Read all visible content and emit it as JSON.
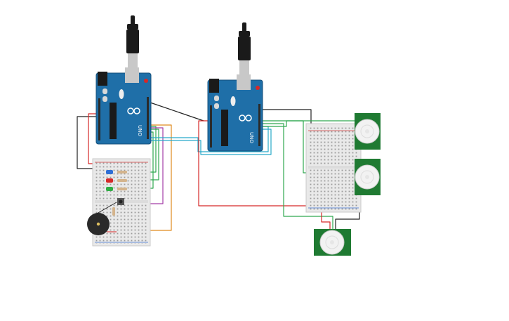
{
  "canvas": {
    "background": "#ffffff"
  },
  "colors": {
    "arduino_board": "#1f6fa8",
    "arduino_dark": "#154f7a",
    "breadboard": "#e9e9e9",
    "breadboard_rail_red": "#d23c3c",
    "breadboard_rail_blue": "#3b6fd1",
    "usb_plug": "#1a1a1a",
    "usb_metal": "#c8c8c8",
    "pir_board": "#1f7a32",
    "pir_dome": "#f2f2f2",
    "buzzer": "#2a2a2a",
    "wire_red": "#d62828",
    "wire_black": "#222222",
    "wire_green": "#2fa84f",
    "wire_cyan": "#27a9c9",
    "wire_orange": "#e08a1e",
    "wire_purple": "#a33ca8",
    "led_blue": "#2f6fd6",
    "led_red": "#d62828",
    "led_green": "#2fae44"
  },
  "components": {
    "arduino_left": {
      "label": "UNO",
      "logo": "arduino-logo-icon"
    },
    "arduino_right": {
      "label": "UNO",
      "logo": "arduino-logo-icon"
    },
    "breadboard_left": {
      "kind": "breadboard-small"
    },
    "breadboard_right": {
      "kind": "breadboard-small"
    },
    "pir_sensors": [
      "pir-sensor",
      "pir-sensor",
      "pir-sensor"
    ],
    "leds": [
      "blue",
      "red",
      "green"
    ],
    "buzzer": {
      "kind": "piezo-buzzer"
    }
  }
}
